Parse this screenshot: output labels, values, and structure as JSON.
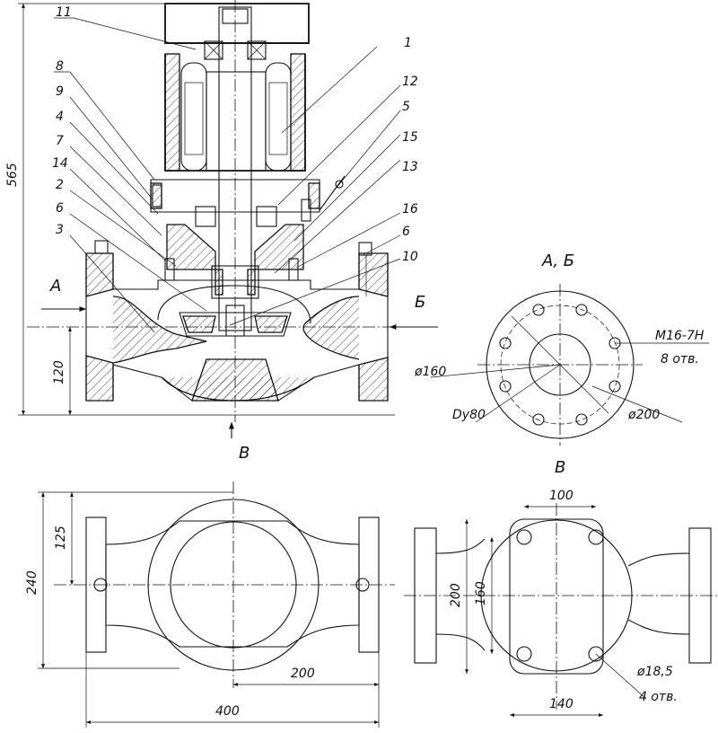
{
  "callouts": [
    "11",
    "8",
    "9",
    "4",
    "7",
    "14",
    "2",
    "6",
    "3",
    "1",
    "12",
    "5",
    "15",
    "13",
    "16",
    "6",
    "10"
  ],
  "sections": {
    "inlet_label": "А",
    "outlet_label": "Б",
    "flange_view_title": "А, Б",
    "bottom_view_label": "В",
    "top_view_label": "В",
    "arrow_label": "В"
  },
  "dims": {
    "height_total": "565",
    "axis_height": "120",
    "flange_d160": "ø160",
    "flange_d200": "ø200",
    "flange_dn": "Dy80",
    "bolt_thread": "M16-7H",
    "bolt_count": "8 отв.",
    "bottom_240": "240",
    "bottom_125": "125",
    "bottom_200": "200",
    "bottom_400": "400",
    "base_100": "100",
    "base_200": "200",
    "base_160": "160",
    "base_140": "140",
    "base_hole": "ø18,5",
    "base_hole_count": "4 отв."
  }
}
